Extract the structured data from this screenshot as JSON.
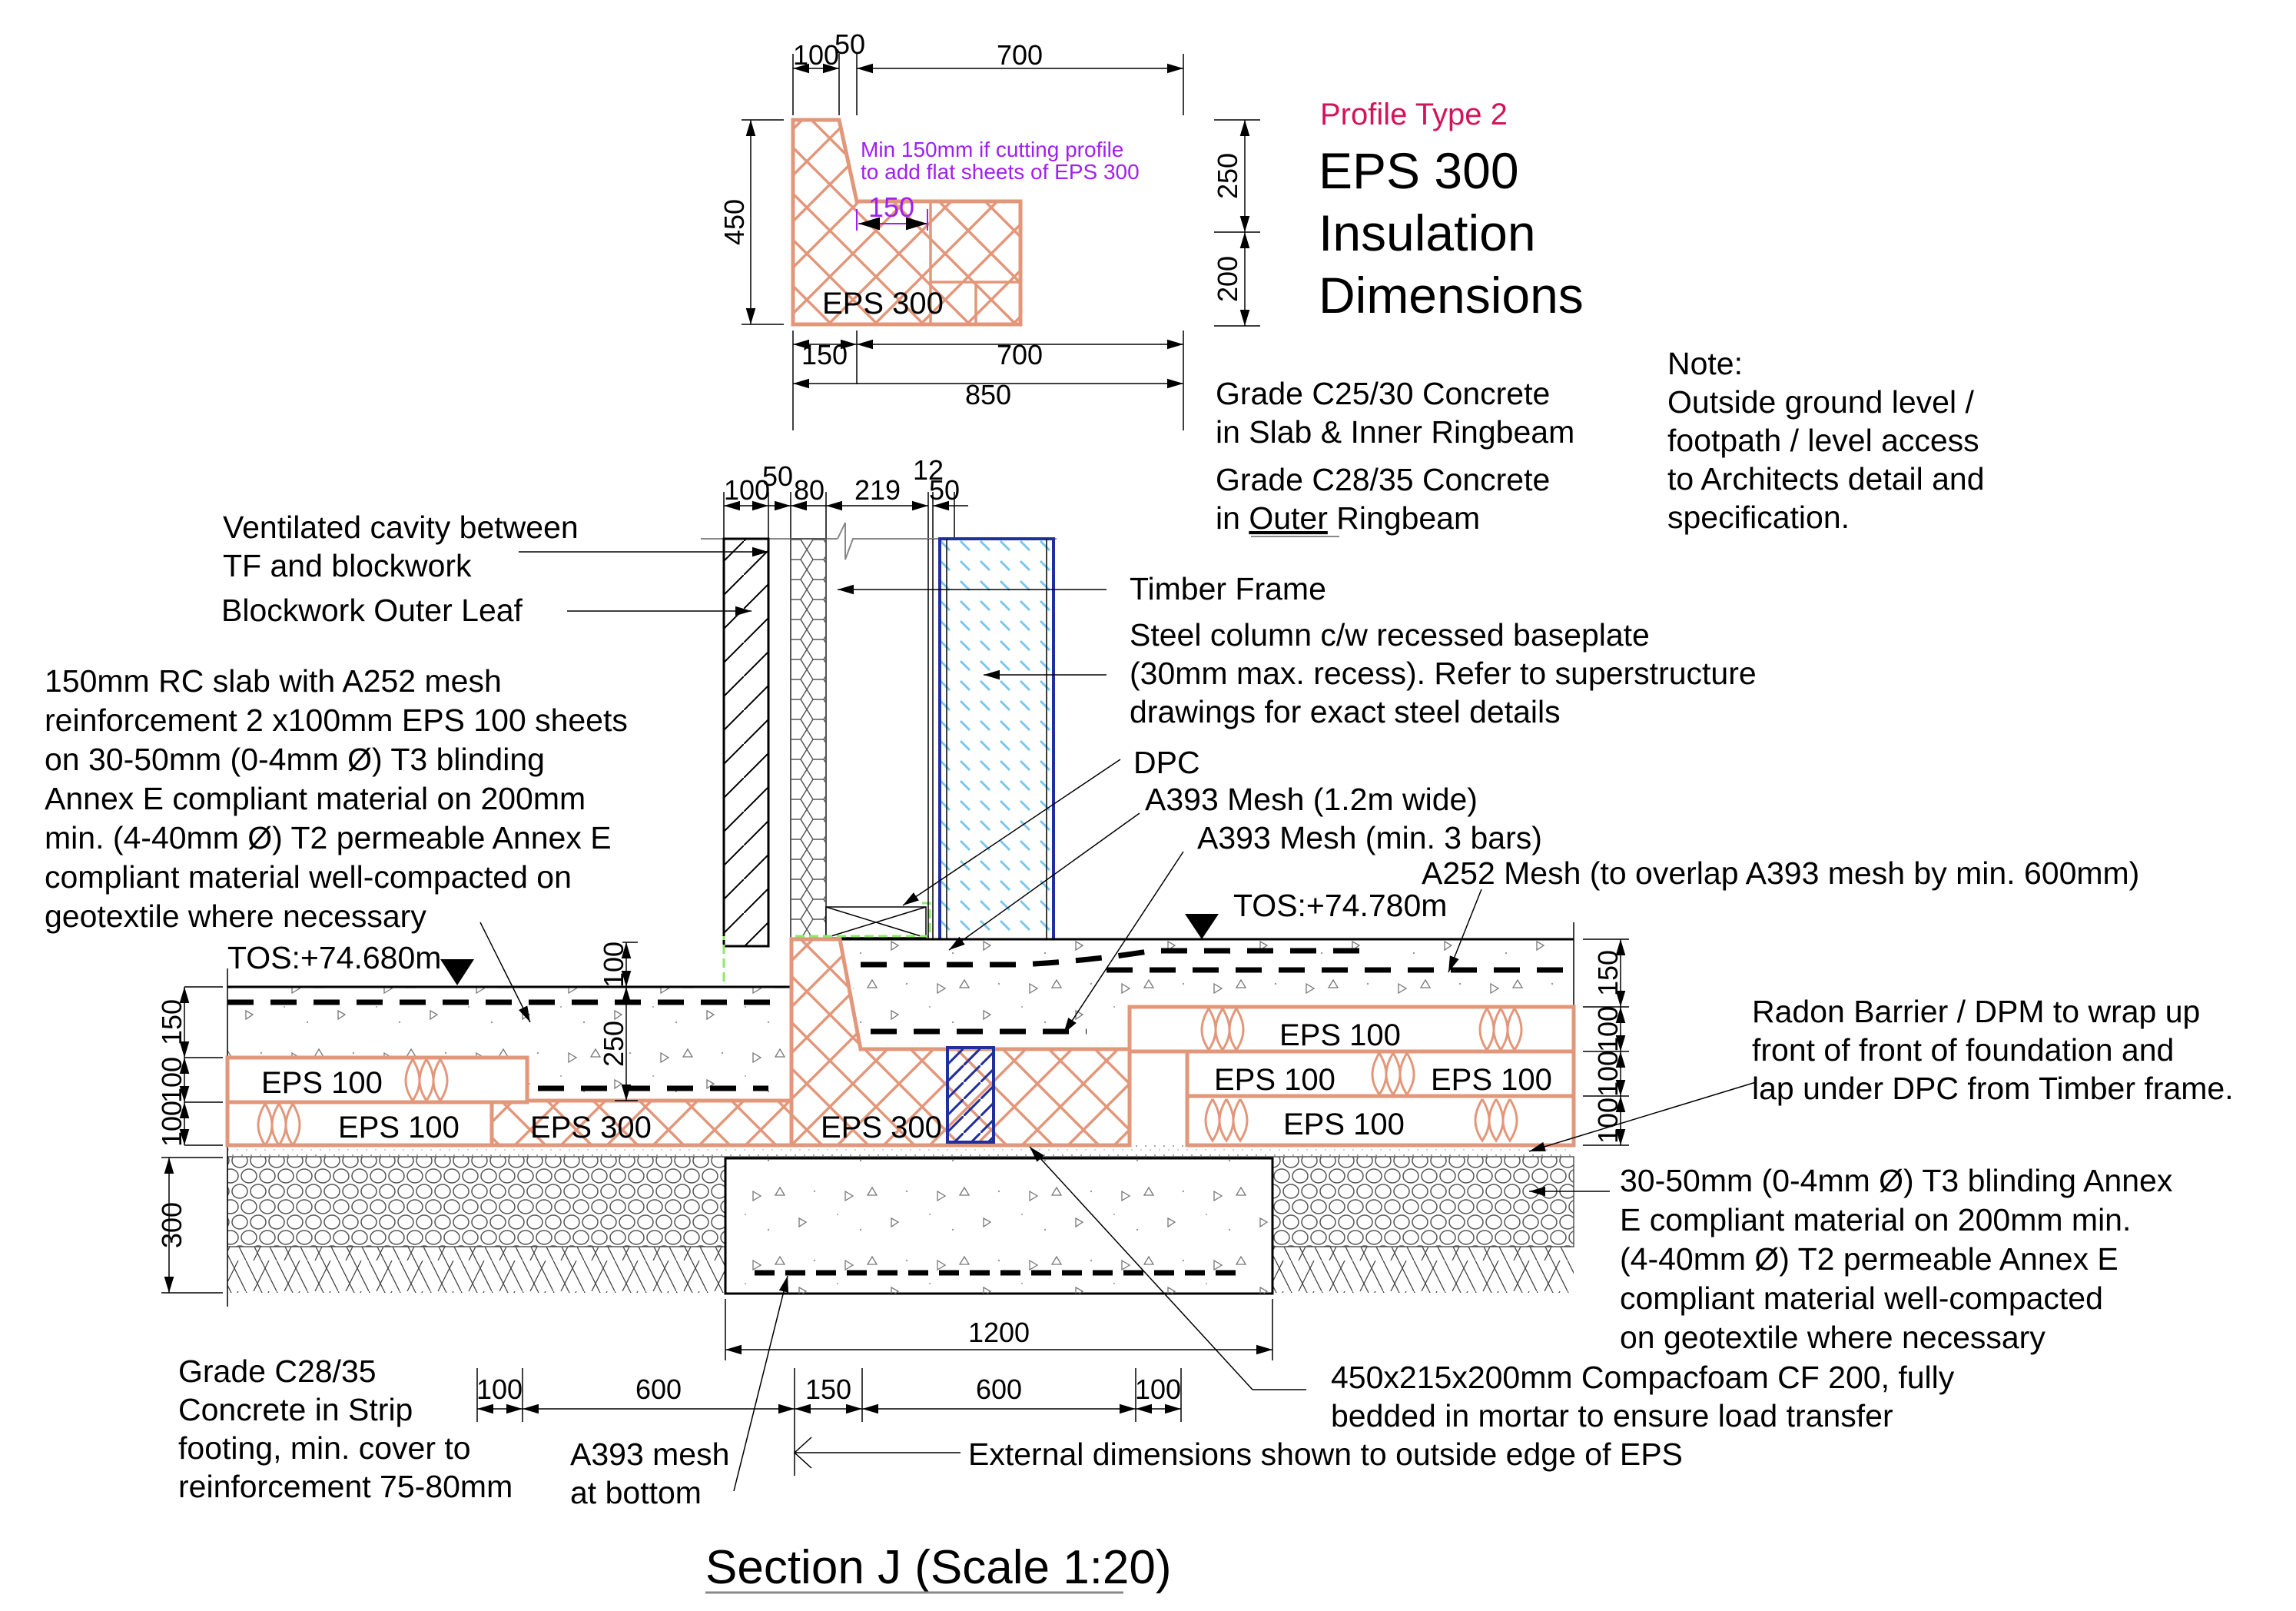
{
  "profile": {
    "type_label": "Profile Type 2",
    "title_line1": "EPS 300",
    "title_line2": "Insulation",
    "title_line3": "Dimensions",
    "cut_note_line1": "Min 150mm if cutting profile",
    "cut_note_line2": "to add flat sheets of EPS 300",
    "cut_dim": "150",
    "block_label": "EPS 300",
    "dims_top": [
      "100",
      "50",
      "700"
    ],
    "dims_bottom": [
      "150",
      "700"
    ],
    "dim_overall": "850",
    "dim_height": "450",
    "dims_right": [
      "250",
      "200"
    ],
    "colors": {
      "accent_title": "#d4145a",
      "note_purple": "#a020f0",
      "eps": "#e3977a"
    }
  },
  "concrete_notes": {
    "slab_line1": "Grade C25/30 Concrete",
    "slab_line2": "in Slab & Inner Ringbeam",
    "outer_line1": "Grade C28/35 Concrete",
    "outer_line2_prefix": "in ",
    "outer_line2_underlined": "Outer",
    "outer_line2_suffix": " Ringbeam"
  },
  "general_note": {
    "heading": "Note:",
    "lines": [
      "Outside ground level /",
      "footpath / level access",
      "to Architects detail and",
      "specification."
    ]
  },
  "wall_dims": [
    "100",
    "50",
    "80",
    "219",
    "12",
    "50"
  ],
  "labels": {
    "cavity_line1": "Ventilated cavity between",
    "cavity_line2": "TF and blockwork",
    "blockwork": "Blockwork Outer Leaf",
    "timber_frame": "Timber Frame",
    "steel_line1": "Steel column c/w recessed baseplate",
    "steel_line2": "(30mm max. recess). Refer to superstructure",
    "steel_line3": "drawings for exact steel details",
    "dpc": "DPC",
    "a393_wide": "A393 Mesh (1.2m wide)",
    "a393_bars": "A393 Mesh (min. 3 bars)",
    "a252": "A252 Mesh (to overlap A393 mesh by min. 600mm)",
    "tos_right": "TOS:+74.780m",
    "tos_left": "TOS:+74.680m",
    "slab_note": [
      "150mm RC slab with A252 mesh",
      "reinforcement 2 x100mm EPS 100 sheets",
      "on 30-50mm (0-4mm Ø) T3 blinding",
      "Annex E compliant material on 200mm",
      "min. (4-40mm Ø) T2 permeable Annex E",
      "compliant material well-compacted on",
      "geotextile where necessary"
    ],
    "radon": [
      "Radon Barrier / DPM to wrap up",
      "front of front of foundation and",
      "lap under DPC from Timber frame."
    ],
    "blinding": [
      "30-50mm (0-4mm Ø) T3 blinding Annex",
      "E compliant material on 200mm min.",
      "(4-40mm Ø) T2 permeable Annex E",
      "compliant material well-compacted",
      "on geotextile where necessary"
    ],
    "compacfoam": [
      "450x215x200mm Compacfoam CF 200, fully",
      "bedded in mortar to ensure load transfer"
    ],
    "external_dims": "External dimensions shown to outside edge of EPS",
    "strip_footing": [
      "Grade C28/35",
      "Concrete in Strip",
      "footing, min. cover to",
      "reinforcement 75-80mm"
    ],
    "a393_bottom": [
      "A393 mesh",
      "at bottom"
    ]
  },
  "section": {
    "eps_labels": [
      "EPS 100",
      "EPS 100",
      "EPS 300",
      "EPS 300",
      "EPS 100",
      "EPS 100",
      "EPS 100",
      "EPS 100"
    ],
    "left_dims": [
      "150",
      "100",
      "100",
      "300"
    ],
    "inner_dims": [
      "100",
      "250"
    ],
    "right_dims": [
      "150",
      "100",
      "100",
      "100"
    ],
    "footing_width": "1200",
    "bottom_dims": [
      "100",
      "600",
      "150",
      "600",
      "100"
    ]
  },
  "title": "Section J (Scale 1:20)"
}
